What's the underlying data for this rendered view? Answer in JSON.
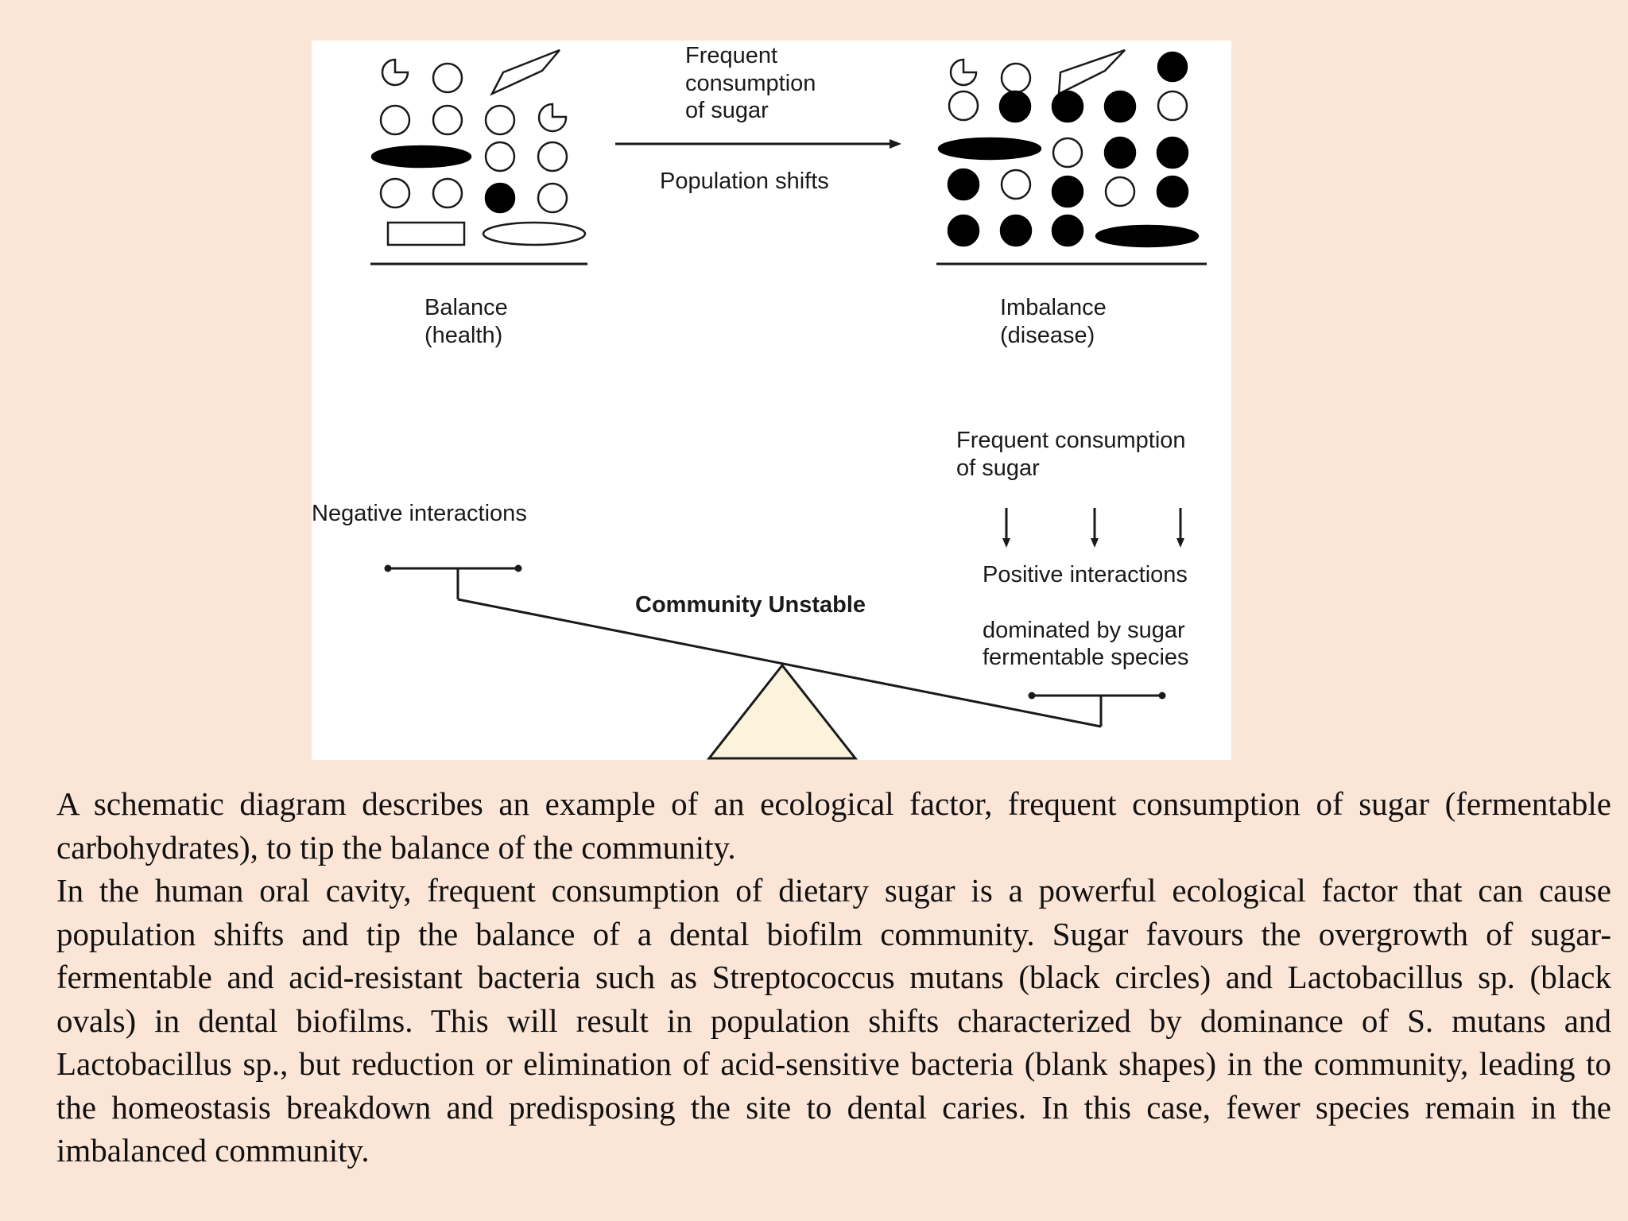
{
  "diagram": {
    "top_arrow_label": [
      "Frequent",
      "consumption",
      "of sugar"
    ],
    "top_shift_label": "Population shifts",
    "balance_label": [
      "Balance",
      "(health)"
    ],
    "imbalance_label": [
      "Imbalance",
      "(disease)"
    ],
    "seesaw_sugar_label": [
      "Frequent consumption",
      "of sugar"
    ],
    "negative_label": "Negative interactions",
    "positive_label": "Positive interactions",
    "dominated_label": [
      "dominated by sugar",
      "fermentable species"
    ],
    "center_label": "Community Unstable"
  },
  "caption": {
    "paragraph_1": "A schematic diagram describes an example of an ecological factor, frequent consumption of sugar (fermentable carbohydrates), to tip the balance of the community.",
    "paragraph_2": "In the human oral cavity, frequent consumption of dietary sugar is a powerful ecological factor that can cause population shifts and tip the balance of a dental biofilm community. Sugar favours the overgrowth of sugar-fermentable and acid-resistant bacteria such as Streptococcus mutans (black circles) and Lactobacillus sp. (black ovals) in dental biofilms. This will result in population shifts characterized by dominance of S. mutans and Lactobacillus sp., but reduction or elimination of acid-sensitive bacteria (blank shapes) in the community, leading to the homeostasis breakdown and predisposing the site to dental caries. In this case, fewer species remain in the imbalanced community."
  }
}
